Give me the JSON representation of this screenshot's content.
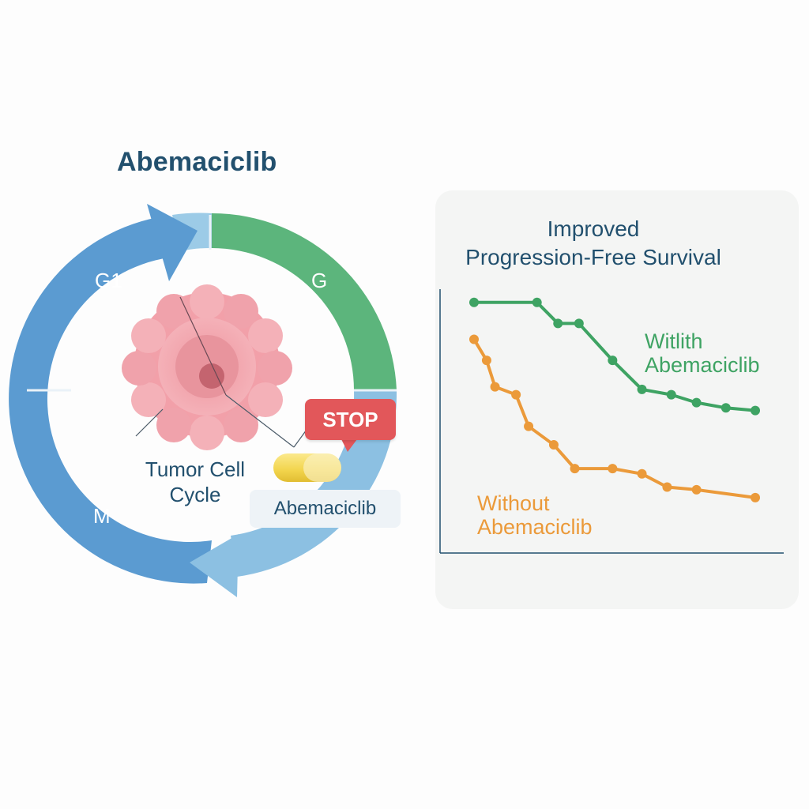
{
  "diagram": {
    "title": "Abemaciclib",
    "phases": {
      "g1": "G1",
      "g": "G",
      "m": "M"
    },
    "cell_caption_line1": "Tumor Cell",
    "cell_caption_line2": "Cycle",
    "stop_label": "STOP",
    "drug_label": "Abemaciclib",
    "colors": {
      "g1_blue": "#5b9bd1",
      "g_green": "#5cb57c",
      "light_blue": "#8cc0e2",
      "cell_pink": "#f2a5ad",
      "stop_red": "#e2575a",
      "pill_yellow": "#f2d44c"
    }
  },
  "chart_data": {
    "type": "line",
    "title_line1": "Improved",
    "title_line2": "Progression-Free Survival",
    "xlabel": "",
    "ylabel": "",
    "grid": false,
    "series": [
      {
        "name": "Witlith Abemaciclib",
        "name_line1": "Witlith",
        "name_line2": "Abemaciclib",
        "color": "#3ea363",
        "points": [
          [
            0,
            0.95
          ],
          [
            1.5,
            0.95
          ],
          [
            2,
            0.87
          ],
          [
            2.5,
            0.87
          ],
          [
            3.3,
            0.73
          ],
          [
            4,
            0.62
          ],
          [
            4.7,
            0.6
          ],
          [
            5.3,
            0.57
          ],
          [
            6,
            0.55
          ],
          [
            6.7,
            0.54
          ]
        ]
      },
      {
        "name": "Without Abemaciclib",
        "name_line1": "Without",
        "name_line2": "Abemaciclib",
        "color": "#eb9a3a",
        "points": [
          [
            0,
            0.81
          ],
          [
            0.3,
            0.73
          ],
          [
            0.5,
            0.63
          ],
          [
            1,
            0.6
          ],
          [
            1.3,
            0.48
          ],
          [
            1.9,
            0.41
          ],
          [
            2.4,
            0.32
          ],
          [
            3.3,
            0.32
          ],
          [
            4,
            0.3
          ],
          [
            4.6,
            0.25
          ],
          [
            5.3,
            0.24
          ],
          [
            6.7,
            0.21
          ]
        ]
      }
    ]
  }
}
